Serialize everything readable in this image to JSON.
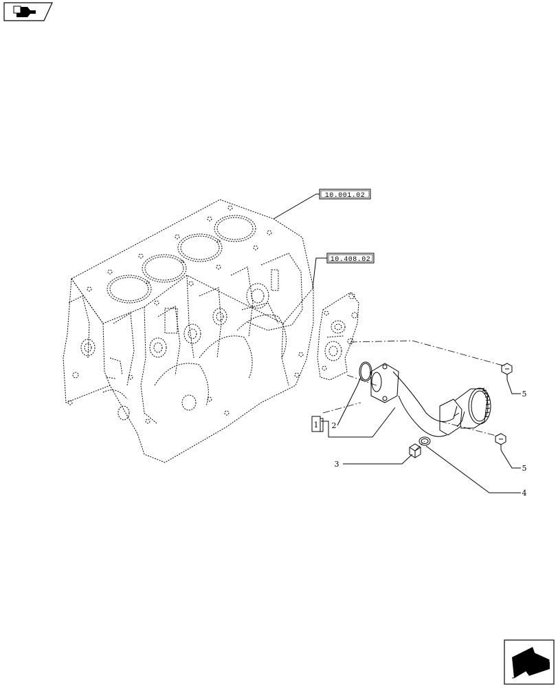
{
  "references": {
    "block": "10.001.02",
    "pump": "10.408.02"
  },
  "kit_box_label": "1",
  "callouts": {
    "c2": "2",
    "c3": "3",
    "c4": "4",
    "c5a": "5",
    "c5b": "5"
  },
  "icons": {
    "top_left": "book-page-icon",
    "bottom_right": "next-page-arrow-icon"
  },
  "colors": {
    "line": "#000000",
    "background": "#ffffff"
  }
}
